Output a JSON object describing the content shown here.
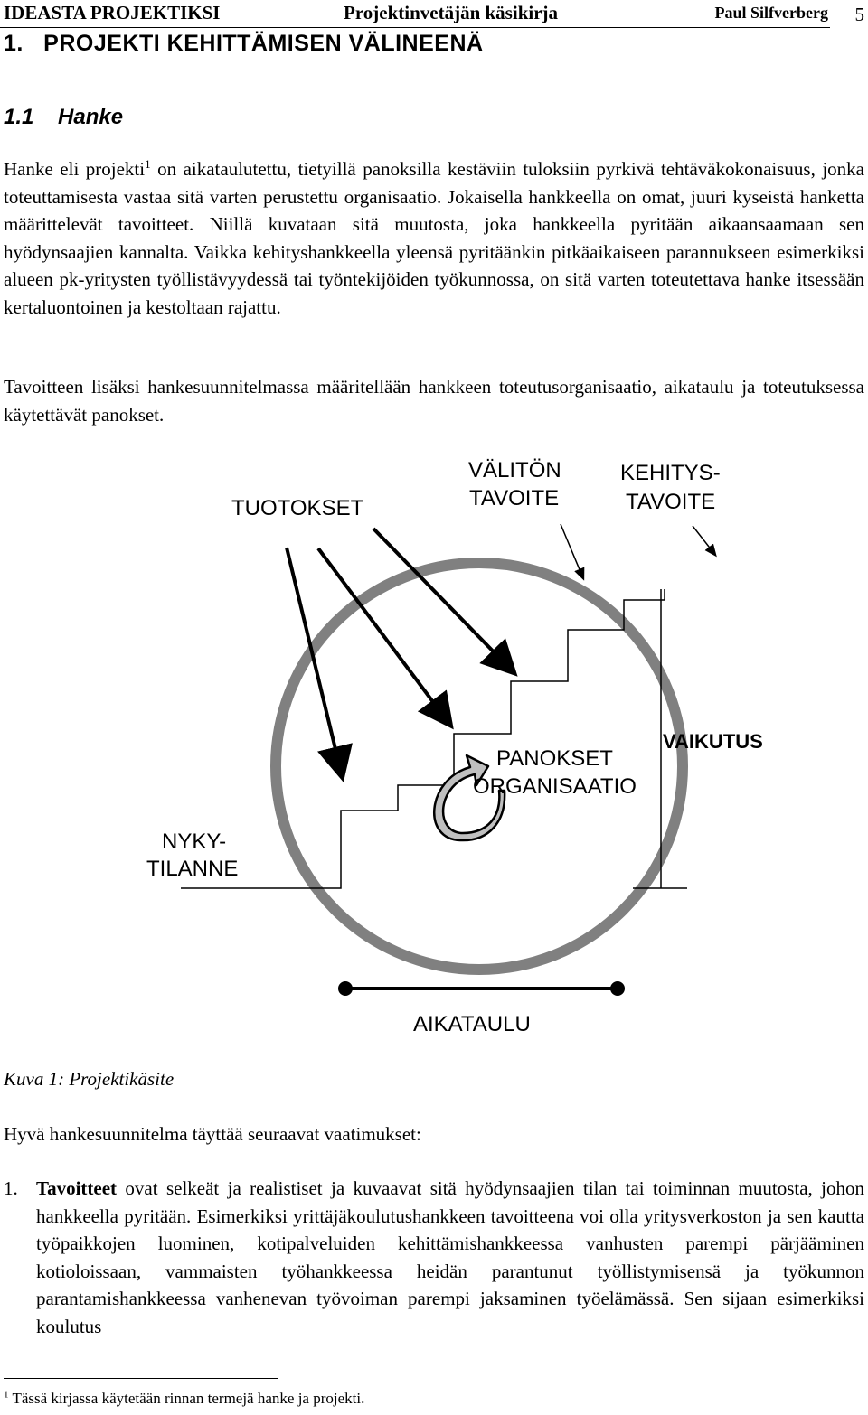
{
  "header": {
    "organization": "IDEASTA PROJEKTIKSI",
    "book_title": "Projektinvetäjän käsikirja",
    "author": "Paul Silfverberg",
    "page_number": "5"
  },
  "chapter_title": "1.   PROJEKTI KEHITTÄMISEN VÄLINEENÄ",
  "section_title": "1.1    Hanke",
  "paragraph1": {
    "start": "Hanke eli projekti",
    "footnote_ref": "1",
    "rest": " on aikataulutettu, tietyillä panoksilla kestäviin tuloksiin pyrkivä tehtäväkokonaisuus, jonka toteuttamisesta vastaa sitä varten perustettu organisaatio. Jokaisella hankkeella on omat, juuri kyseistä hanketta määrittelevät tavoitteet. Niillä kuvataan sitä muutosta, joka hankkeella pyritään aikaansaamaan sen hyödynsaajien kannalta. Vaikka kehityshankkeella yleensä pyritäänkin pitkäaikaiseen parannukseen esimerkiksi alueen pk-yritysten työllistävyydessä tai työntekijöiden työkunnossa, on sitä varten toteutettava hanke itsessään kertaluontoinen ja kestoltaan rajattu."
  },
  "paragraph2": "Tavoitteen lisäksi hankesuunnitelmassa määritellään hankkeen toteutusorganisaatio, aikataulu ja toteutuksessa käytettävät panokset.",
  "diagram": {
    "label_outputs": "TUOTOKSET",
    "label_immediate_goal_1": "VÄLITÖN",
    "label_immediate_goal_2": "TAVOITE",
    "label_development_goal_1": "KEHITYS-",
    "label_development_goal_2": "TAVOITE",
    "label_inputs_1": "PANOKSET",
    "label_inputs_2": "ORGANISAATIO",
    "label_impact": "VAIKUTUS",
    "label_current_1": "NYKY-",
    "label_current_2": "TILANNE",
    "label_schedule": "AIKATAULU"
  },
  "caption": "Kuva 1: Projektikäsite",
  "requirements_intro": "Hyvä hankesuunnitelma täyttää seuraavat vaatimukset:",
  "list_item_1": {
    "number": "1.",
    "bold": "Tavoitteet",
    "text": " ovat selkeät ja realistiset ja kuvaavat sitä hyödynsaajien tilan tai toiminnan muutosta, johon hankkeella pyritään. Esimerkiksi yrittäjäkoulutushankkeen tavoitteena voi olla yritysverkoston ja sen kautta työpaikkojen luominen, kotipalveluiden kehittämishankkeessa vanhusten parempi pärjääminen kotioloissaan, vammaisten työhankkeessa heidän parantunut työllistymisensä ja työkunnon parantamishankkeessa vanhenevan työvoiman parempi jaksaminen työelämässä. Sen sijaan esimerkiksi koulutus"
  },
  "footnote": {
    "marker": "1",
    "text": " Tässä kirjassa käytetään rinnan termejä hanke ja projekti."
  }
}
